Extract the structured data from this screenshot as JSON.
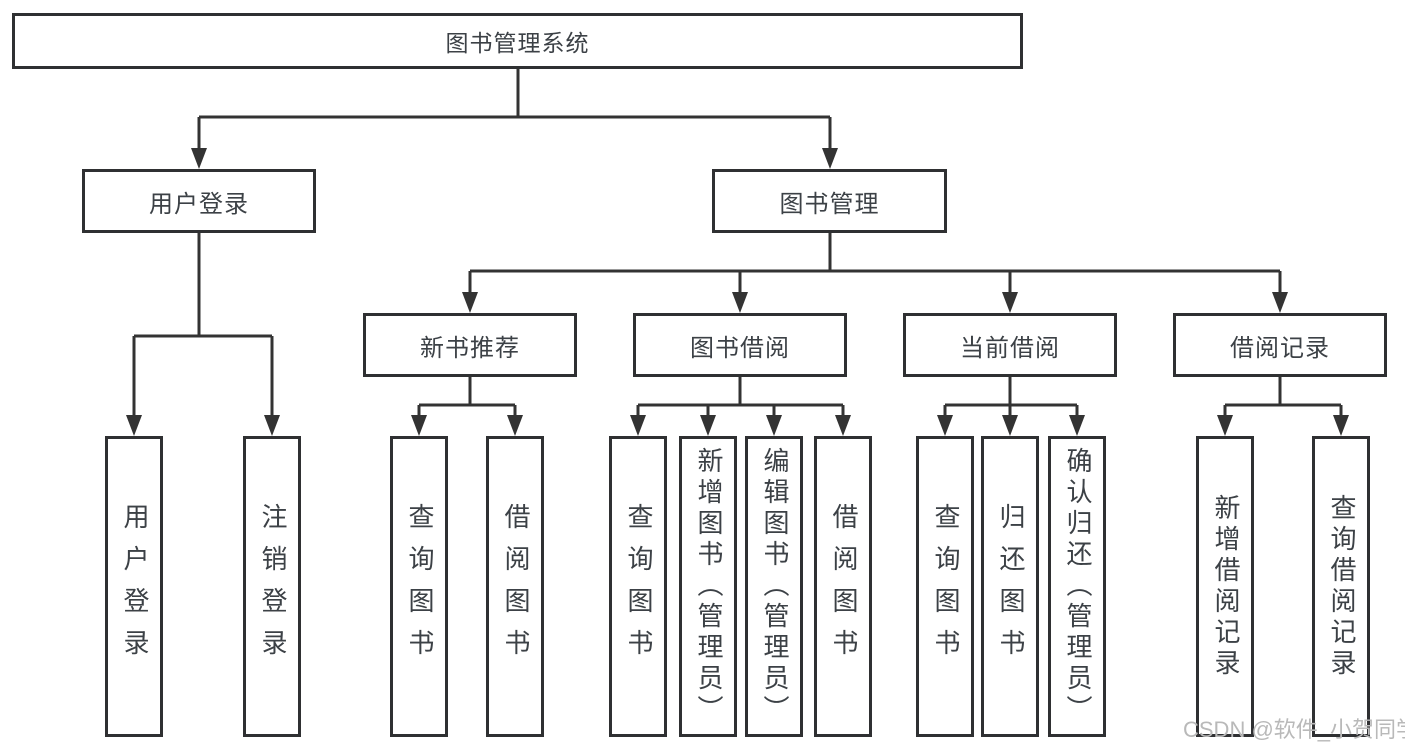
{
  "tree": {
    "label": "图书管理系统",
    "children": [
      {
        "label": "用户登录",
        "children": [
          {
            "label": "用户登录"
          },
          {
            "label": "注销登录"
          }
        ]
      },
      {
        "label": "图书管理",
        "children": [
          {
            "label": "新书推荐",
            "children": [
              {
                "label": "查询图书"
              },
              {
                "label": "借阅图书"
              }
            ]
          },
          {
            "label": "图书借阅",
            "children": [
              {
                "label": "查询图书"
              },
              {
                "label": "新增图书（管理员）"
              },
              {
                "label": "编辑图书（管理员）"
              },
              {
                "label": "借阅图书"
              }
            ]
          },
          {
            "label": "当前借阅",
            "children": [
              {
                "label": "查询图书"
              },
              {
                "label": "归还图书"
              },
              {
                "label": "确认归还（管理员）"
              }
            ]
          },
          {
            "label": "借阅记录",
            "children": [
              {
                "label": "新增借阅记录"
              },
              {
                "label": "查询借阅记录"
              }
            ]
          }
        ]
      }
    ]
  },
  "watermark": {
    "text": "CSDN @软件_小贺同学"
  },
  "colors": {
    "line": "#333333",
    "box_border": "#2f3032",
    "text": "#3c4146",
    "watermark": "#b9b9b9",
    "background": "#ffffff"
  }
}
